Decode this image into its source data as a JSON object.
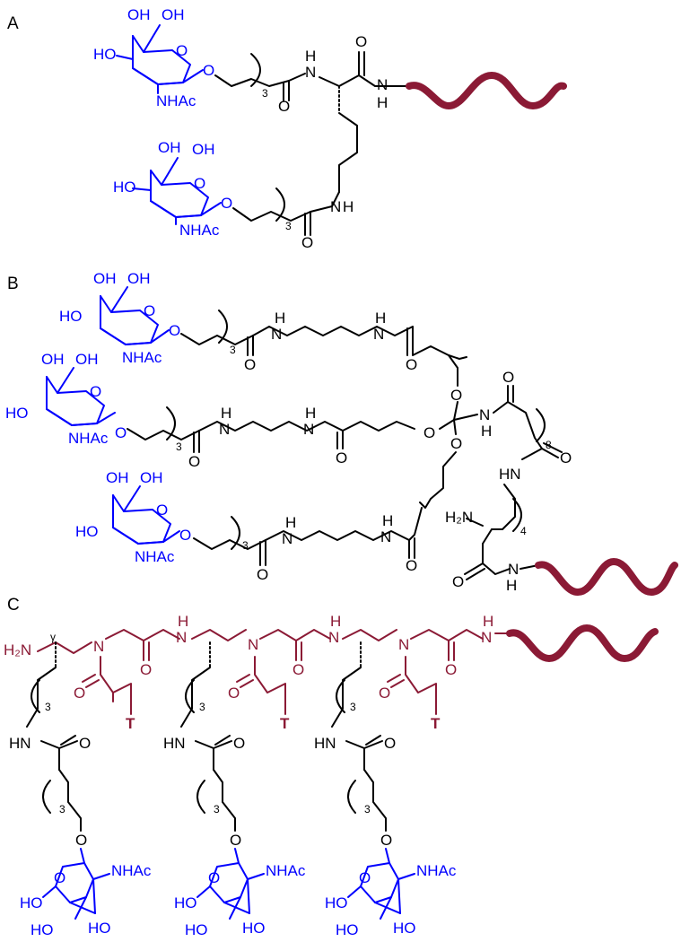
{
  "colors": {
    "sugar": "#0000ff",
    "linker": "#000000",
    "pna": "#8b1a35",
    "oligo": "#8b1a35"
  },
  "panels": {
    "a": "A",
    "b": "B",
    "c": "C"
  },
  "text": {
    "oh": "OH",
    "ho": "HO",
    "o": "O",
    "h": "H",
    "n": "N",
    "hn": "HN",
    "nhac": "NHAc",
    "h2n": "H₂N",
    "h2": "H₂N",
    "t": "T",
    "gamma": "γ",
    "paren_open": "(",
    "paren_close": ")",
    "n3": "3",
    "n4": "4",
    "n8": "8"
  }
}
